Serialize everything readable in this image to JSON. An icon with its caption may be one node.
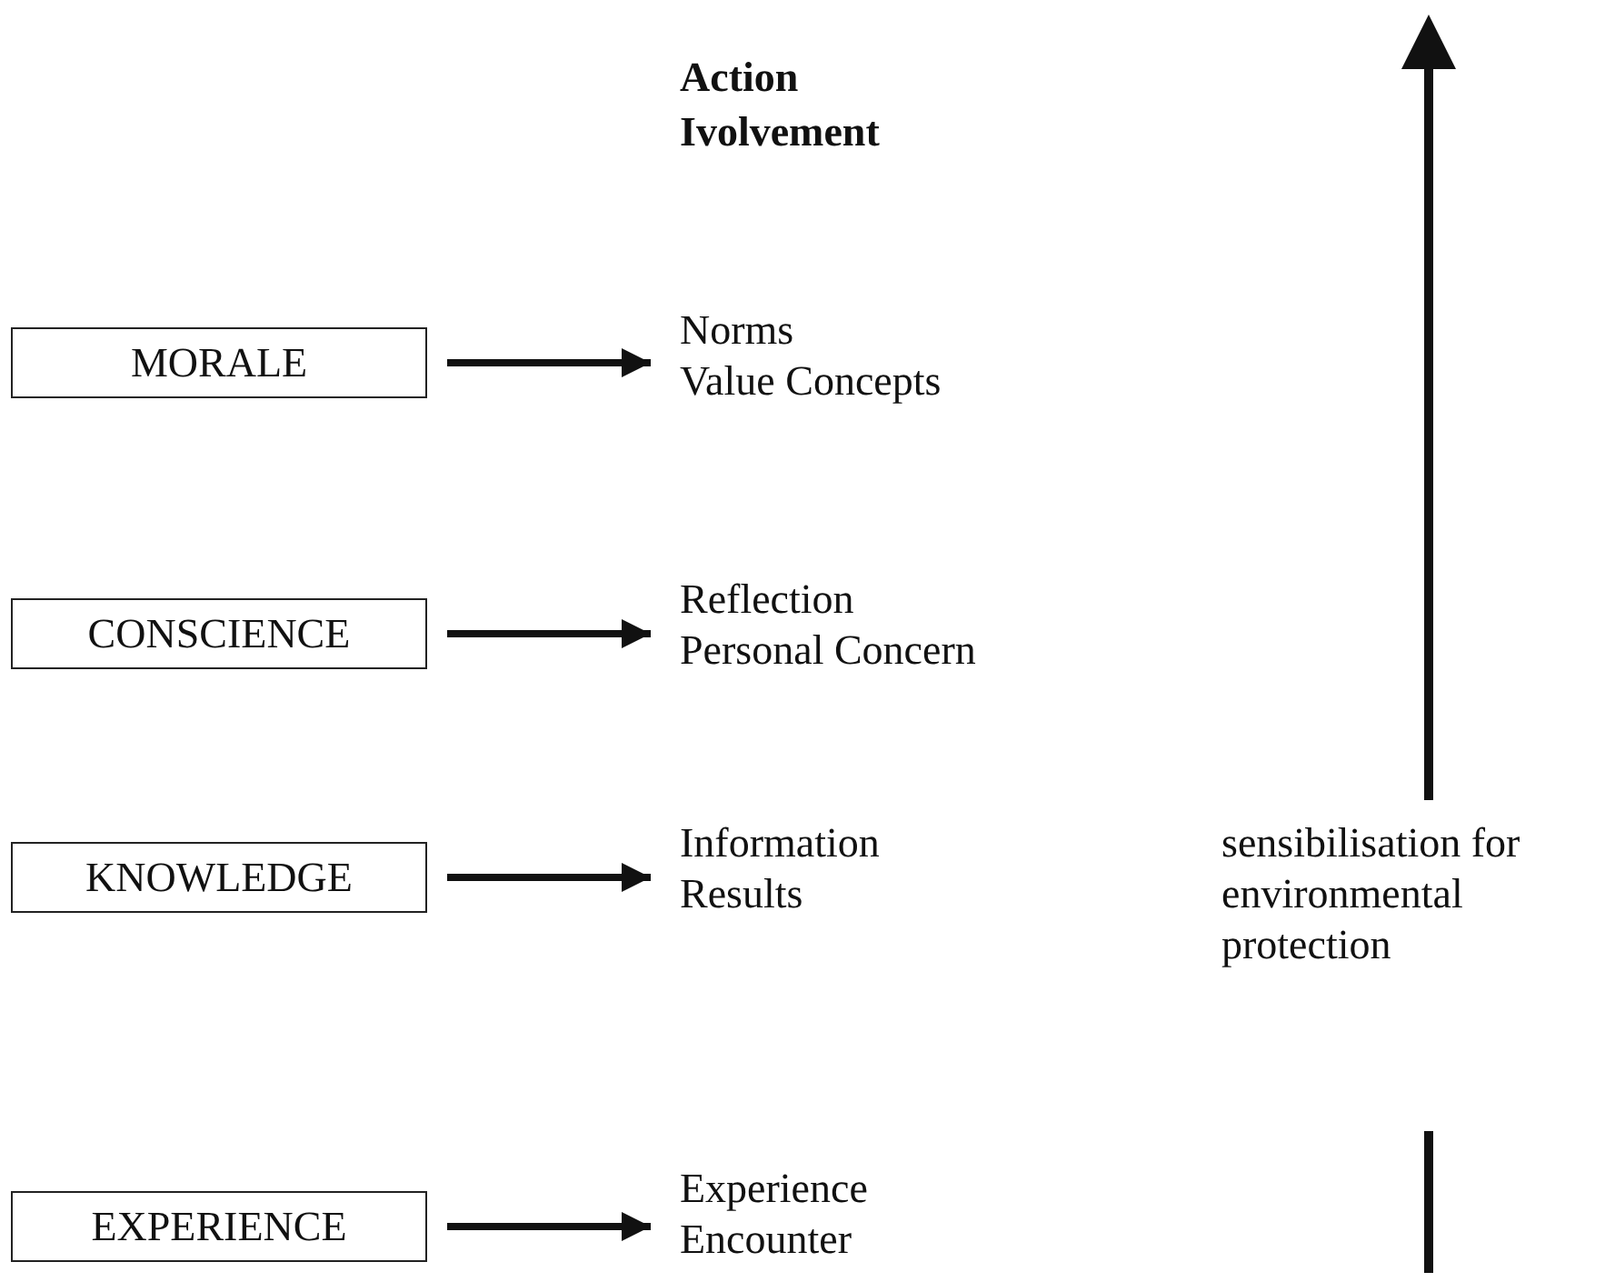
{
  "diagram": {
    "nodes": [
      {
        "text": [
          "MORALE"
        ]
      },
      {
        "text": [
          "Norms",
          "Value Concepts"
        ]
      },
      {
        "text": [
          "CONSCIENCE"
        ]
      },
      {
        "text": [
          "Reflection",
          "Personal Concern"
        ]
      },
      {
        "text": [
          "KNOWLEDGE"
        ]
      },
      {
        "text": [
          "Information",
          "Results"
        ]
      },
      {
        "text": [
          "EXPERIENCE"
        ]
      },
      {
        "text": [
          "Experience",
          "Encounter"
        ]
      }
    ],
    "edges": [
      {
        "from": 0,
        "to": 1,
        "arrow": "to"
      },
      {
        "from": 2,
        "to": 3,
        "arrow": "to"
      },
      {
        "from": 4,
        "to": 5,
        "arrow": "to"
      },
      {
        "from": 6,
        "to": 7,
        "arrow": "to"
      }
    ],
    "labels": [
      "Action",
      "Ivolvement",
      "sensibilisation for environmental protection"
    ]
  }
}
